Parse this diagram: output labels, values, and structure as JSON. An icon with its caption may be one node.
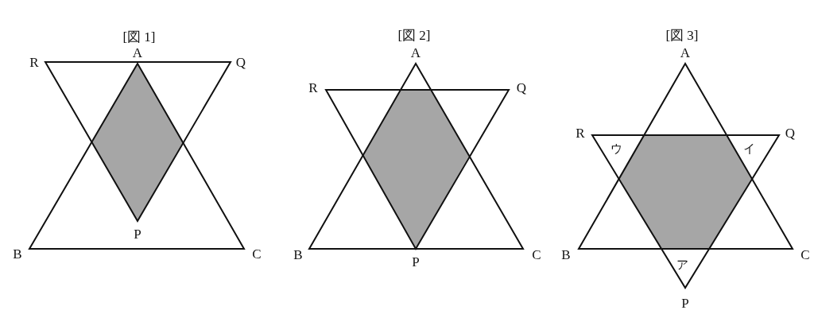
{
  "diagram": {
    "labels": [
      "[図 1]",
      "[図 2]",
      "[図 3]",
      "R",
      "A",
      "Q",
      "P",
      "B",
      "C",
      "A",
      "R",
      "Q",
      "B",
      "P",
      "C",
      "A",
      "R",
      "ウ",
      "イ",
      "Q",
      "B",
      "C",
      "ア",
      "P"
    ]
  }
}
